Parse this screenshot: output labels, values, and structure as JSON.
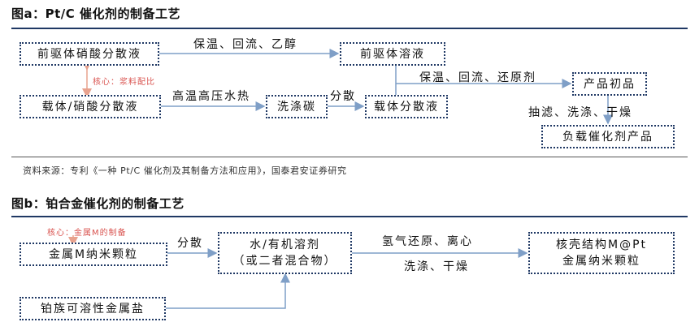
{
  "figure_a": {
    "title": "图a：Pt/C 催化剂的制备工艺",
    "boxes": {
      "precursor_nitrate": "前驱体硝酸分散液",
      "precursor_solution": "前驱体溶液",
      "support_nitrate": "载体/硝酸分散液",
      "washed_carbon": "洗涤碳",
      "support_dispersion": "载体分散液",
      "product_initial": "产品初品",
      "supported_catalyst": "负载催化剂产品"
    },
    "labels": {
      "keep_temp_reflux_ethanol": "保温、回流、乙醇",
      "high_temp_pressure_hydrothermal": "高温高压水热",
      "disperse": "分散",
      "keep_temp_reflux_reductant": "保温、回流、还原剂",
      "filter_wash_dry": "抽滤、洗涤、干燥"
    },
    "note": "核心：浆料配比",
    "source": "资料来源：专利《一种 Pt/C 催化剂及其制备方法和应用》，国泰君安证券研究"
  },
  "figure_b": {
    "title": "图b：铂合金催化剂的制备工艺",
    "note": "核心：金属M的制备",
    "boxes": {
      "metal_m_nano": "金属M纳米颗粒",
      "solvent_line1": "水/有机溶剂",
      "solvent_line2": "（或二者混合物）",
      "core_shell_line1": "核壳结构M@Pt",
      "core_shell_line2": "金属纳米颗粒",
      "pt_group_salt": "铂族可溶性金属盐"
    },
    "labels": {
      "disperse": "分散",
      "hydrogen_reduction_centrifuge": "氢气还原、离心",
      "wash_dry": "洗涤、干燥"
    }
  },
  "colors": {
    "box_border": "#1f3864",
    "arrow": "#7f9fc7",
    "note_arrow": "#e8a28e",
    "note_text": "#d9534f"
  }
}
